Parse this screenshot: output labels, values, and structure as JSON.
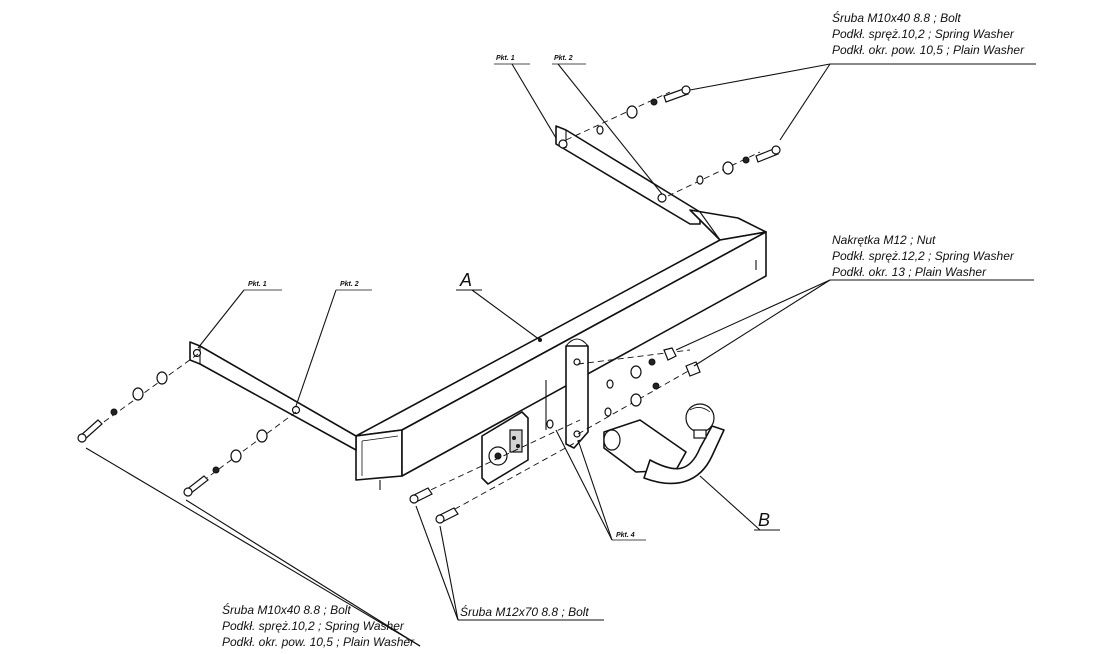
{
  "callouts": {
    "top_right": [
      "Śruba M10x40  8.8 ;  Bolt",
      "Podkł. spręż.10,2 ; Spring Washer",
      "Podkł. okr. pow. 10,5 ; Plain Washer"
    ],
    "middle_right": [
      "Nakrętka  M12 ; Nut",
      "Podkł. spręż.12,2 ; Spring Washer",
      "Podkł. okr. 13 ; Plain Washer"
    ],
    "bottom_left": [
      "Śruba M10x40  8.8 ;  Bolt",
      "Podkł. spręż.10,2 ; Spring Washer",
      "Podkł. okr. pow. 10,5 ; Plain Washer"
    ],
    "bottom_center": [
      "Śruba M12x70 8.8 ;  Bolt"
    ]
  },
  "part_tags": {
    "top_left_1": "Pkt. 1",
    "top_left_2": "Pkt. 2",
    "left_1": "Pkt. 1",
    "left_2": "Pkt. 2",
    "bottom_4": "Pkt. 4"
  },
  "part_letters": {
    "main_beam": "A",
    "ball_hook": "B"
  }
}
